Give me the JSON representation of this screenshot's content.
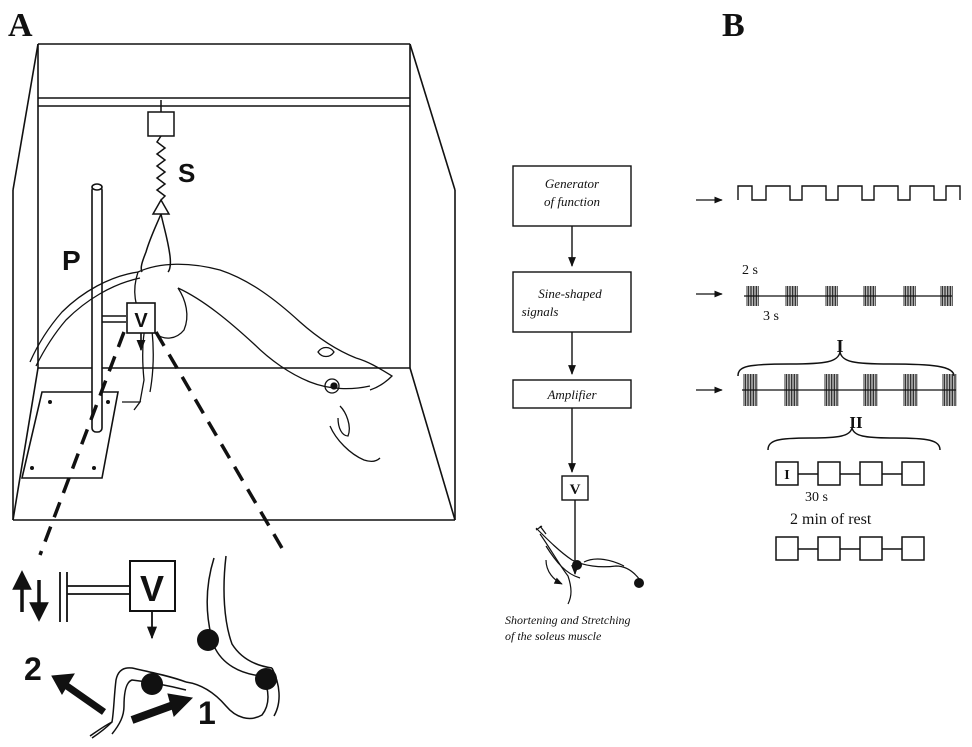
{
  "panels": {
    "a": {
      "label": "A",
      "apparatus_labels": {
        "string": "S",
        "pole": "P",
        "vibrator": "V"
      },
      "inset": {
        "vibrator": "V",
        "direction_1": "1",
        "direction_2": "2"
      }
    },
    "b": {
      "label": "B",
      "blocks": {
        "generator_line1": "Generator",
        "generator_line2": "of function",
        "sine_line1": "Sine-shaped",
        "sine_line2": "signals",
        "amplifier": "Amplifier",
        "vibrator": "V"
      },
      "caption_line1": "Shortening and Stretching",
      "caption_line2": "of the soleus muscle",
      "timing": {
        "on_duration": "2 s",
        "off_duration": "3 s",
        "block_label": "I",
        "series_label": "II",
        "interval": "30 s",
        "rest": "2 min of rest",
        "first_box": "I"
      }
    }
  },
  "colors": {
    "ink": "#111111",
    "background": "#ffffff"
  },
  "icons": [
    "up-down-arrows-icon",
    "solid-arrow-icon",
    "contact-dot-icon",
    "small-arrow-icon"
  ]
}
